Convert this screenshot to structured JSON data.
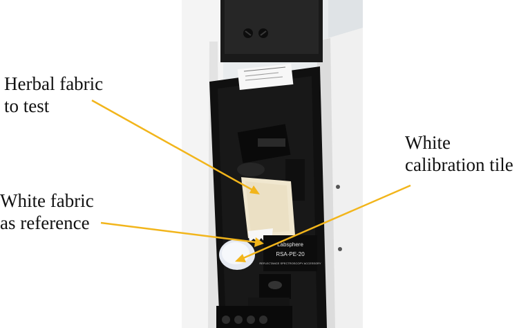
{
  "callouts": {
    "herbal_fabric": {
      "line1": "Herbal fabric",
      "line2": "to test"
    },
    "white_fabric": {
      "line1": "White fabric",
      "line2": "as reference"
    },
    "calibration_tile": {
      "line1": "White",
      "line2": "calibration tile"
    }
  },
  "photo": {
    "subject": "spectrophotometer-reflectance-accessory",
    "label_plate": {
      "brand": "Labsphere",
      "model": "RSA-PE-20",
      "caption": "REFLECTANCE SPECTROSCOPY ACCESSORY"
    }
  },
  "colors": {
    "arrow": "#f2b51b",
    "text": "#111111",
    "instrument_body": "#141414",
    "housing_white": "#f2f2f2"
  }
}
